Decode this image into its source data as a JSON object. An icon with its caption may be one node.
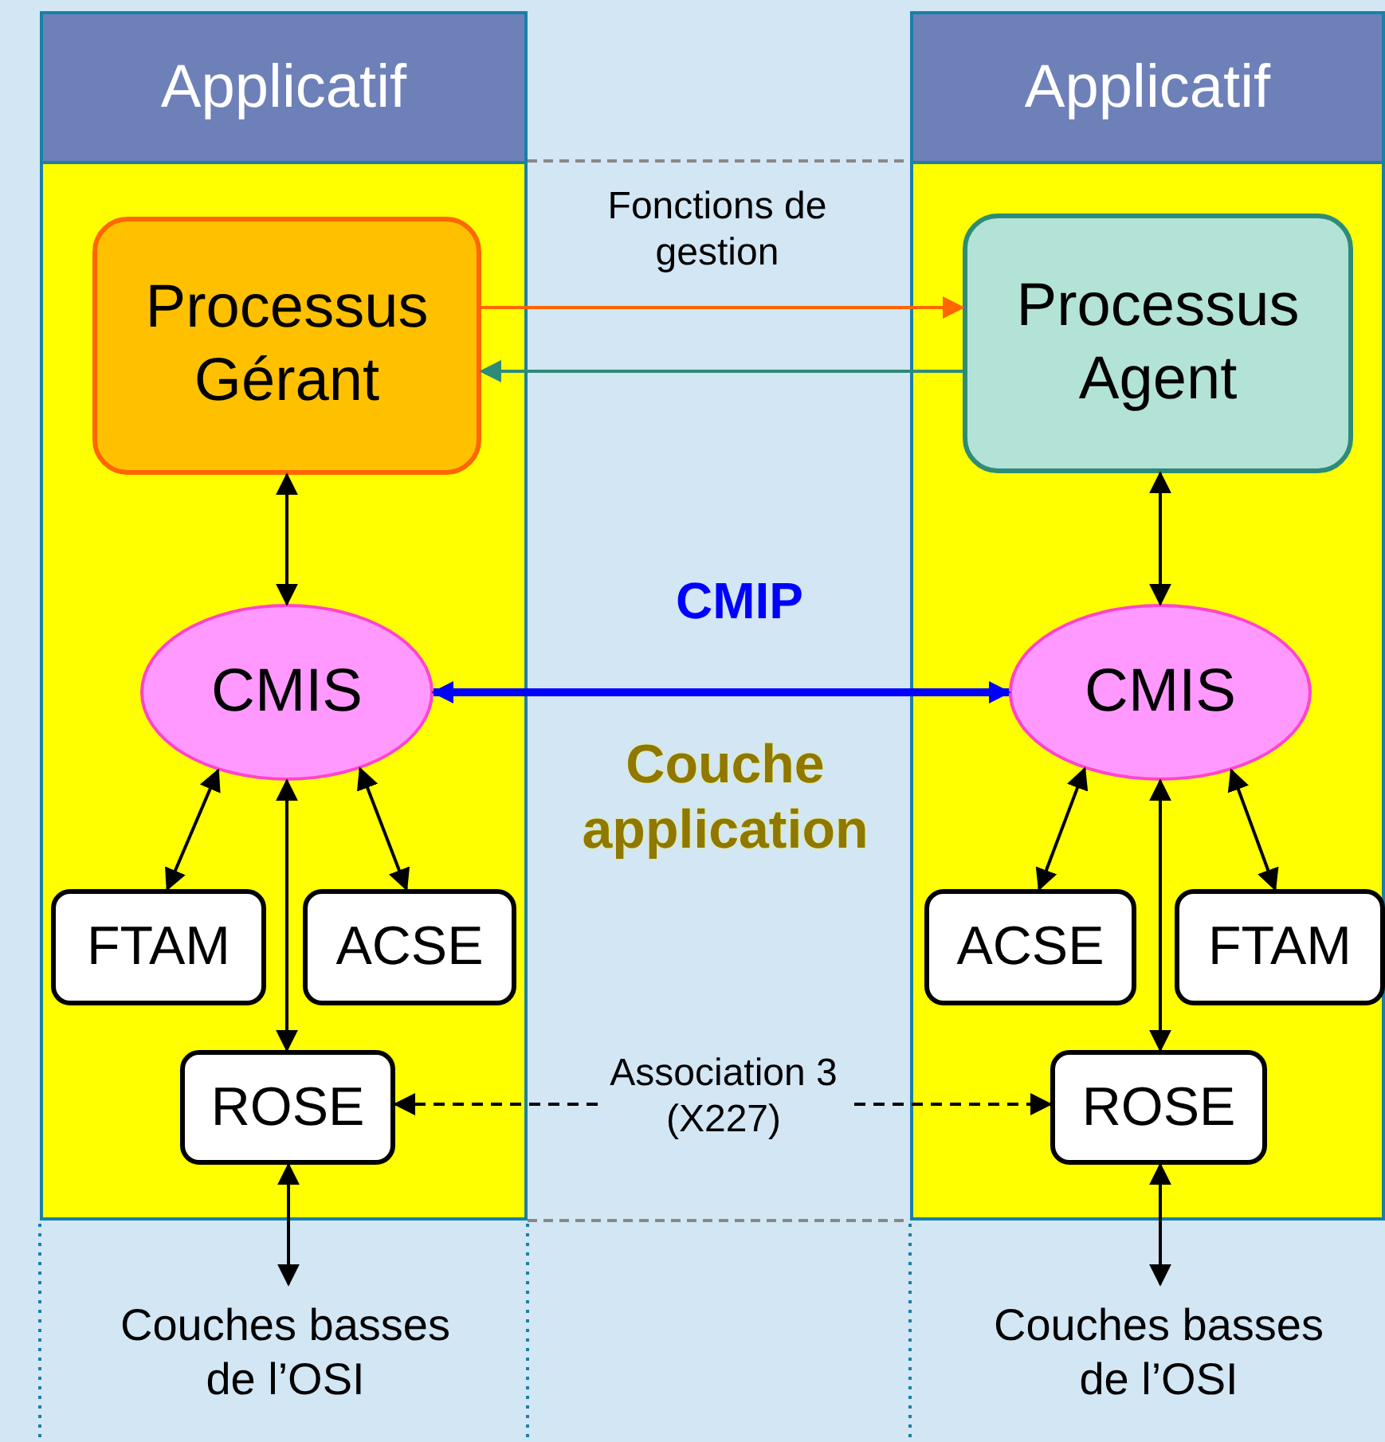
{
  "diagram": {
    "nodes": [
      {
        "text": [
          "Applicatif"
        ]
      },
      {
        "text": [
          "Processus Gérant"
        ],
        "in": 0
      },
      {
        "text": [
          "CMIS"
        ],
        "in": 0
      },
      {
        "text": [
          "FTAM"
        ],
        "in": 0
      },
      {
        "text": [
          "ACSE"
        ],
        "in": 0
      },
      {
        "text": [
          "ROSE"
        ],
        "in": 0
      },
      {
        "text": [
          "Couches basses de l’OSI"
        ]
      },
      {
        "text": [
          "Applicatif"
        ]
      },
      {
        "text": [
          "Processus Agent"
        ],
        "in": 7
      },
      {
        "text": [
          "CMIS"
        ],
        "in": 7
      },
      {
        "text": [
          "ACSE"
        ],
        "in": 7
      },
      {
        "text": [
          "FTAM"
        ],
        "in": 7
      },
      {
        "text": [
          "ROSE"
        ],
        "in": 7
      },
      {
        "text": [
          "Couches basses de l’OSI"
        ]
      }
    ],
    "edges": [
      {
        "from": 1,
        "to": 8,
        "arrow": "to",
        "label": "Fonctions de gestion",
        "color": "#ff6600"
      },
      {
        "from": 8,
        "to": 1,
        "arrow": "to",
        "color": "#2e8b77"
      },
      {
        "from": 1,
        "to": 2,
        "arrow": "both"
      },
      {
        "from": 2,
        "to": 3,
        "arrow": "both"
      },
      {
        "from": 2,
        "to": 5,
        "arrow": "both"
      },
      {
        "from": 2,
        "to": 4,
        "arrow": "both"
      },
      {
        "from": 5,
        "to": 6,
        "arrow": "both"
      },
      {
        "from": 8,
        "to": 9,
        "arrow": "both"
      },
      {
        "from": 9,
        "to": 10,
        "arrow": "both"
      },
      {
        "from": 9,
        "to": 12,
        "arrow": "both"
      },
      {
        "from": 9,
        "to": 11,
        "arrow": "both"
      },
      {
        "from": 12,
        "to": 13,
        "arrow": "both"
      },
      {
        "from": 2,
        "to": 9,
        "arrow": "both",
        "label": "CMIP",
        "style": "thick",
        "color": "#0000ff"
      },
      {
        "from": 5,
        "to": 12,
        "arrow": "both",
        "label": "Association 3 (X227)",
        "style": "dashed"
      }
    ],
    "labels": [
      "Couche application"
    ]
  }
}
